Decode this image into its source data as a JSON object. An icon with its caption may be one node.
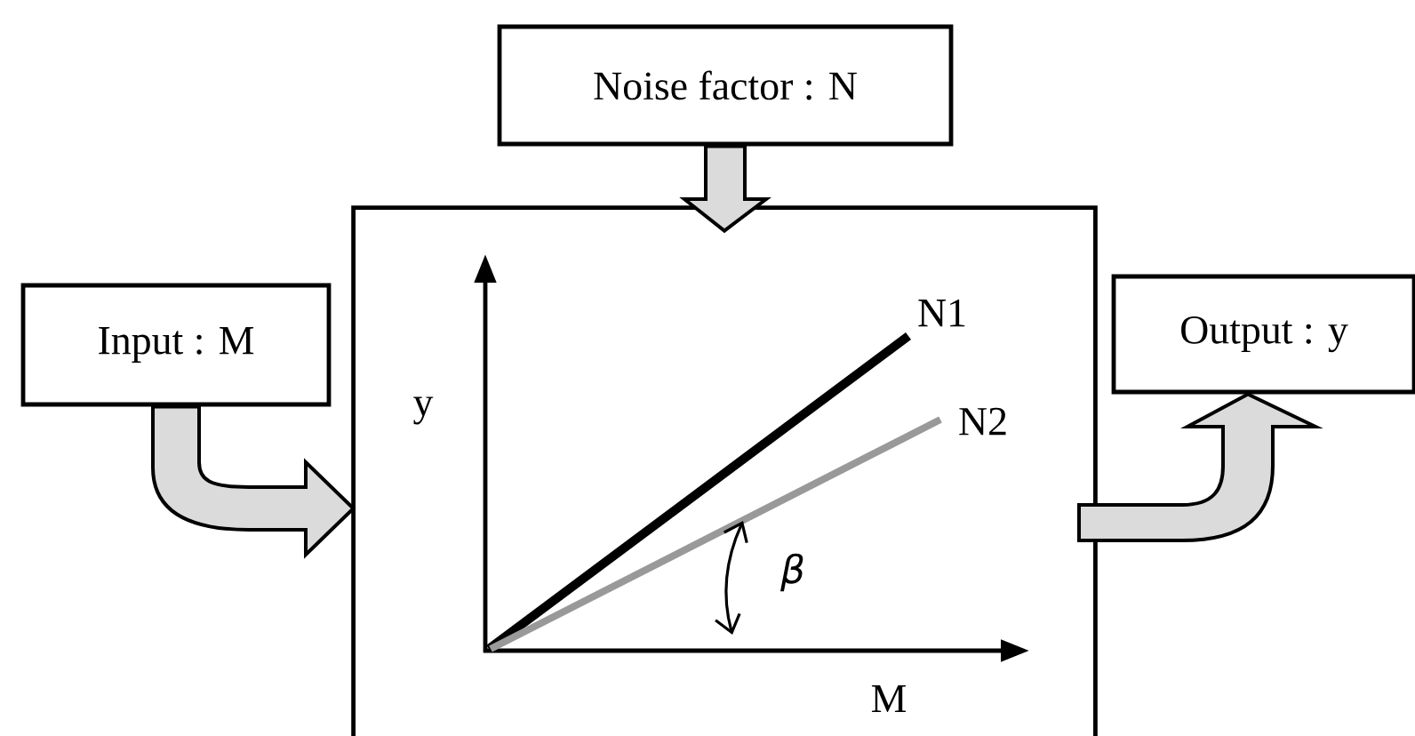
{
  "diagram": {
    "nodes": [
      {
        "text": [
          "Noise factor : N"
        ]
      },
      {
        "text": [
          "Input : M"
        ]
      },
      {
        "text": [],
        "shape": "box"
      },
      {
        "text": [
          "Output : y"
        ]
      }
    ],
    "edges": [
      {
        "from": 0,
        "to": 2,
        "arrow": "to"
      },
      {
        "from": 1,
        "to": 2,
        "arrow": "to"
      },
      {
        "from": 2,
        "to": 3,
        "arrow": "to"
      }
    ],
    "labels": [
      "N1",
      "y",
      "N2",
      "β",
      "M"
    ]
  }
}
